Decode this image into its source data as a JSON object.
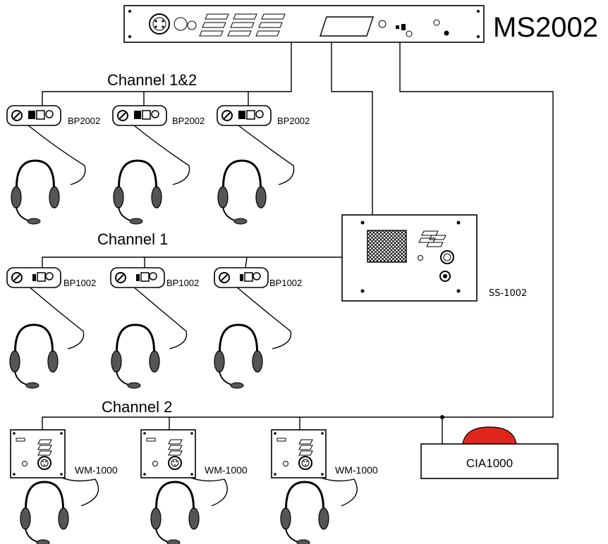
{
  "master": {
    "model": "MS2002"
  },
  "channels": {
    "ch12": "Channel 1&2",
    "ch1": "Channel 1",
    "ch2": "Channel 2"
  },
  "beltpacks_2ch": [
    "BP2002",
    "BP2002",
    "BP2002"
  ],
  "beltpacks_1ch": [
    "BP1002",
    "BP1002",
    "BP1002"
  ],
  "speaker_station": {
    "model": "SS-1002"
  },
  "wall_mounts": [
    "WM-1000",
    "WM-1000",
    "WM-1000"
  ],
  "interface": {
    "model": "CIA1000"
  },
  "colors": {
    "beacon": "#e0261c",
    "line": "#000000"
  }
}
